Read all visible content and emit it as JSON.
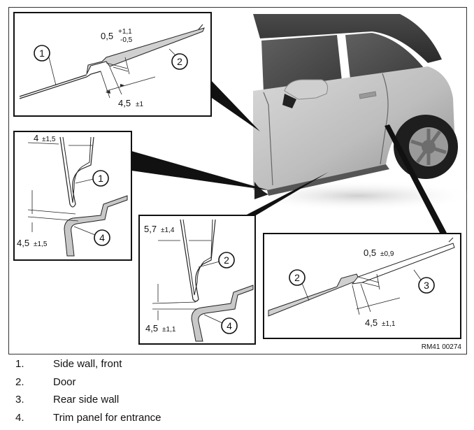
{
  "figure": {
    "reference": "RM41 00274",
    "callouts": {
      "front_side_wall": "1",
      "door": "2",
      "rear_side_wall": "3",
      "trim_panel": "4"
    },
    "detail_top": {
      "gap_main": "0,5",
      "gap_tol_plus": "+1,1",
      "gap_tol_minus": "-0,5",
      "offset_main": "4,5",
      "offset_tol": "±1"
    },
    "detail_left": {
      "gap_main": "4",
      "gap_tol": "±1,5",
      "offset_main": "4,5",
      "offset_tol": "±1,5"
    },
    "detail_center": {
      "gap_main": "5,7",
      "gap_tol": "±1,4",
      "offset_main": "4,5",
      "offset_tol": "±1,1"
    },
    "detail_right": {
      "gap_main": "0,5",
      "gap_tol": "±0,9",
      "offset_main": "4,5",
      "offset_tol": "±1,1"
    }
  },
  "legend": [
    {
      "number": "1.",
      "label": "Side wall, front"
    },
    {
      "number": "2.",
      "label": "Door"
    },
    {
      "number": "3.",
      "label": "Rear side wall"
    },
    {
      "number": "4.",
      "label": "Trim panel for entrance"
    }
  ]
}
